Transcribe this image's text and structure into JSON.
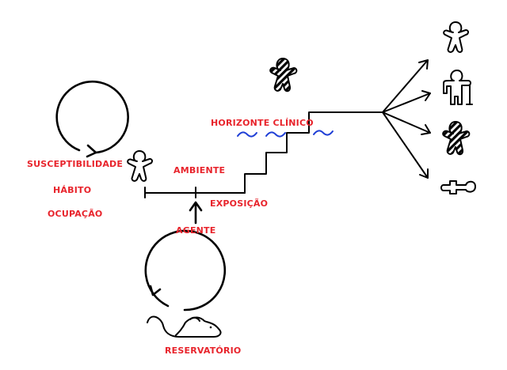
{
  "labels": {
    "susceptibilidade": "SUSCEPTIBILIDADE",
    "habito": "HÁBITO",
    "ocupacao": "OCUPAÇÃO",
    "ambiente": "AMBIENTE",
    "exposicao": "EXPOSIÇÃO",
    "agente": "AGENTE",
    "horizonte_clinico": "HORIZONTE CLÍNICO",
    "reservatorio": "RESERVATÓRIO"
  },
  "colors": {
    "label": "#e8242c",
    "line": "#000000",
    "wave": "#1f3fd6"
  },
  "icons": {
    "host": "person-outline-icon",
    "clinical_case": "person-striped-icon",
    "reservoir": "rat-icon",
    "outcomes": [
      "person-outline-icon",
      "person-sequel-icon",
      "person-striped-icon",
      "person-lying-icon"
    ]
  }
}
